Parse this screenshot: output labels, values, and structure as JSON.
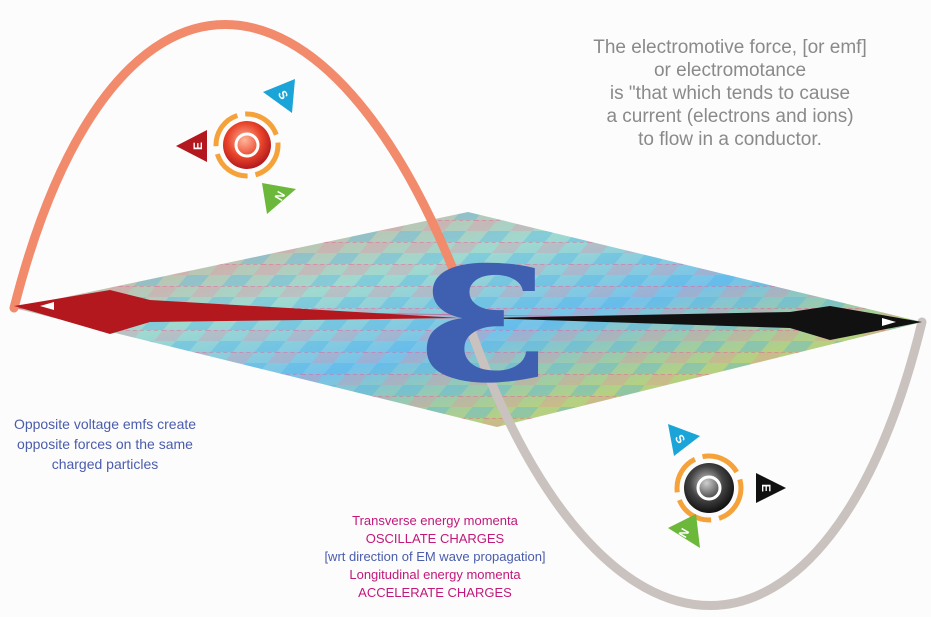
{
  "emf_description": {
    "lines": [
      "The electromotive force, [or emf]",
      "or electromotance",
      "is \"that which tends to cause",
      "a current (electrons and ions)",
      "to flow in a conductor."
    ]
  },
  "opposite_note": {
    "lines": [
      "Opposite voltage emfs create",
      "opposite forces on the same",
      "charged particles"
    ]
  },
  "momenta_note": {
    "lines": [
      "Transverse energy momenta",
      "OSCILLATE CHARGES",
      "[wrt direction of EM wave propagation]",
      "Longitudinal energy momenta",
      "ACCELERATE CHARGES"
    ]
  },
  "epsilon_symbol": "ε",
  "upper_particle": {
    "labels": {
      "s": "S",
      "n": "N",
      "e": "E"
    }
  },
  "lower_particle": {
    "labels": {
      "s": "S",
      "n": "N",
      "e": "E"
    }
  },
  "colors": {
    "upper_wave": "#f28a6c",
    "lower_wave": "#c9c2be",
    "epsilon": "#3f5fb0",
    "emf_text": "#8a8a8a",
    "opposite_text": "#4a5cac",
    "momenta_pink": "#c2187a",
    "left_arrow": "#b3181e",
    "right_arrow": "#111111",
    "s_triangle": "#1ba4d8",
    "n_triangle": "#6cb83a"
  }
}
